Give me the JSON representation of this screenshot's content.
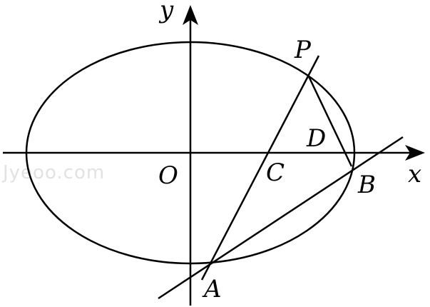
{
  "figure": {
    "labels": {
      "x_axis": "x",
      "y_axis": "y",
      "origin": "O",
      "P": "P",
      "A": "A",
      "B": "B",
      "C": "C",
      "D": "D"
    },
    "watermark": "Jyeoo.com"
  },
  "colors": {
    "stroke": "#000000",
    "background": "#ffffff",
    "watermark": "#e2e2e2"
  }
}
